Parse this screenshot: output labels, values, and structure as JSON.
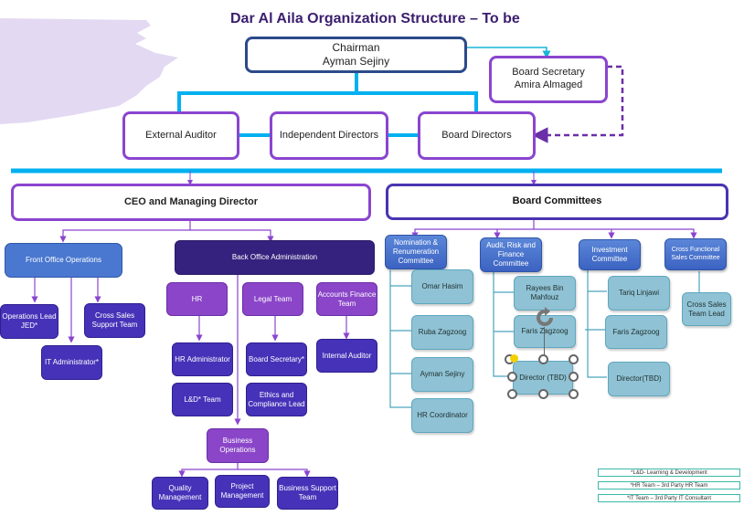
{
  "title": "Dar Al Aila Organization Structure – To be",
  "board": {
    "chairman": {
      "role": "Chairman",
      "name": "Ayman Sejiny"
    },
    "board_secretary": {
      "role": "Board Secretary",
      "name": "Amira Almaged"
    },
    "external_auditor": "External Auditor",
    "independent_directors": "Independent Directors",
    "board_directors": "Board Directors"
  },
  "ceo": {
    "label": "CEO and Managing Director",
    "front_office": {
      "label": "Front Office Operations",
      "children": [
        "Operations Lead JED*",
        "IT Administrator*",
        "Cross Sales Support Team"
      ]
    },
    "back_office": {
      "label": "Back Office Administration",
      "hr": {
        "label": "HR",
        "children": [
          "HR Administrator",
          "L&D* Team"
        ]
      },
      "legal": {
        "label": "Legal Team",
        "children": [
          "Board Secretary*",
          "Ethics and Compliance Lead"
        ]
      },
      "accounts": {
        "label": "Accounts Finance Team",
        "children": [
          "Internal Auditor"
        ]
      },
      "business_ops": {
        "label": "Business Operations",
        "children": [
          "Quality Management",
          "Project Management",
          "Business Support Team"
        ]
      }
    }
  },
  "committees": {
    "label": "Board Committees",
    "items": [
      {
        "label": "Nomination & Renumeration Committee",
        "members": [
          "Omar Hasim",
          "Ruba Zagzoog",
          "Ayman Sejiny",
          "HR Coordinator"
        ]
      },
      {
        "label": "Audit, Risk and Finance Committee",
        "members": [
          "Rayees Bin Mahfouz",
          "Faris Zagzoog",
          "Director (TBD)"
        ]
      },
      {
        "label": "Investment Committee",
        "members": [
          "Tariq Linjawi",
          "Faris Zagzoog",
          "Director(TBD)"
        ]
      },
      {
        "label": "Cross Functional Sales Committee",
        "members": [
          "Cross Sales Team Lead"
        ]
      }
    ]
  },
  "legend": [
    "*L&D- Learning & Development",
    "*HR Team – 3rd Party HR Team",
    "*IT Team – 3rd Party IT Consultant"
  ],
  "colors": {
    "connector_cyan": "#00b0f0",
    "purple": "#8a45cf",
    "navy": "#35227e",
    "teal_member": "#8fc2d4"
  }
}
